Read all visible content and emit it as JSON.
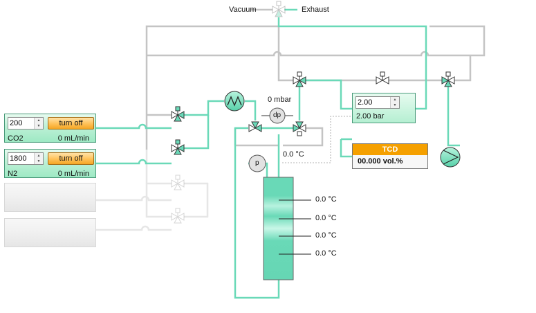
{
  "vent": {
    "vacuum_label": "Vacuum",
    "exhaust_label": "Exhaust"
  },
  "pressure_sensor": {
    "dp_label": "dp",
    "p_label": "p",
    "dp_reading": "0 mbar"
  },
  "heater_temp": "0.0 °C",
  "column": {
    "temperatures": [
      "0.0 °C",
      "0.0 °C",
      "0.0 °C",
      "0.0 °C"
    ]
  },
  "pressure_control": {
    "setpoint": "2.00",
    "reading": "2.00 bar"
  },
  "tcd": {
    "title": "TCD",
    "value": "00.000 vol.%"
  },
  "mfc": [
    {
      "setpoint": "200",
      "button_label": "turn off",
      "gas": "CO2",
      "flow": "0 mL/min"
    },
    {
      "setpoint": "1800",
      "button_label": "turn off",
      "gas": "N2",
      "flow": "0 mL/min"
    }
  ],
  "colors": {
    "active_line": "#6ad9b8",
    "inactive_line": "#c4c4c4",
    "faded_line": "#e6e6e6",
    "tcd_header": "#f5a000"
  },
  "icons": [
    "valve-icon",
    "heat-exchanger-icon",
    "pump-icon",
    "spin-up-icon",
    "spin-down-icon"
  ]
}
